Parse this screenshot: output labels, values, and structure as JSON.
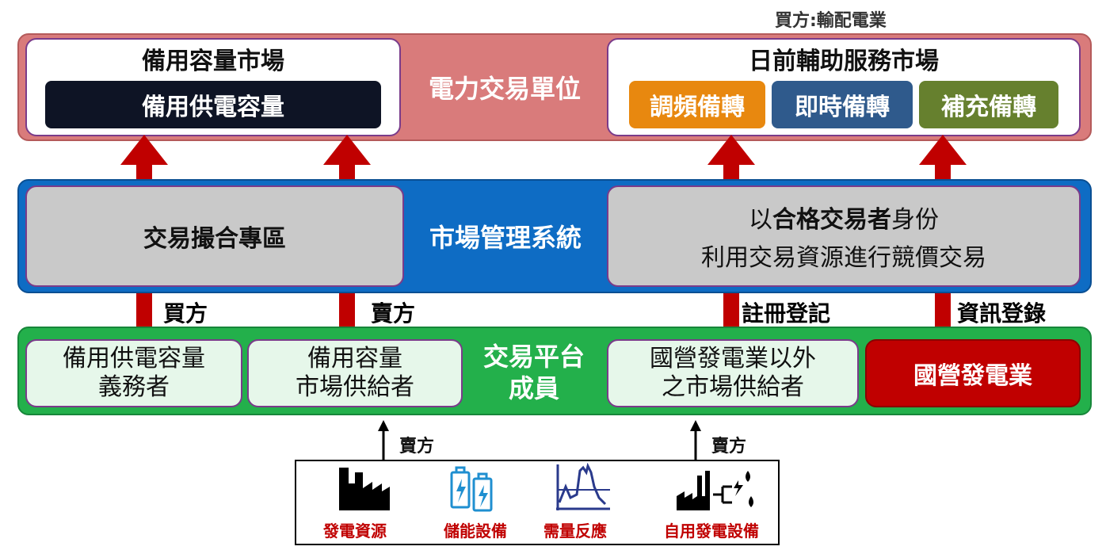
{
  "top": {
    "buyer_note": "買方:輸配電業",
    "center_label": "電力交易單位",
    "left_box_title": "備用容量市場",
    "left_box_sub": "備用供電容量",
    "right_box_title": "日前輔助服務市場",
    "services": [
      {
        "label": "調頻備轉",
        "color": "#e8880f"
      },
      {
        "label": "即時備轉",
        "color": "#2f5a8c"
      },
      {
        "label": "補充備轉",
        "color": "#66802e"
      }
    ]
  },
  "middle": {
    "center_label": "市場管理系統",
    "left_box": "交易撮合專區",
    "right_line1_pre": "以",
    "right_line1_bold": "合格交易者",
    "right_line1_post": "身份",
    "right_line2": "利用交易資源進行競價交易"
  },
  "arrow_labels": {
    "buy": "買方",
    "sell": "賣方",
    "register": "註冊登記",
    "info": "資訊登錄",
    "sell_small": "賣方"
  },
  "bottom": {
    "center_label_1": "交易平台",
    "center_label_2": "成員",
    "box1_l1": "備用供電容量",
    "box1_l2": "義務者",
    "box2_l1": "備用容量",
    "box2_l2": "市場供給者",
    "box3_l1": "國營發電業以外",
    "box3_l2": "之市場供給者",
    "box4": "國營發電業"
  },
  "resources": [
    {
      "label": "發電資源",
      "icon": "factory-icon"
    },
    {
      "label": "儲能設備",
      "icon": "battery-icon"
    },
    {
      "label": "需量反應",
      "icon": "demand-curve-icon"
    },
    {
      "label": "自用發電設備",
      "icon": "self-generation-icon"
    }
  ],
  "colors": {
    "top_band": "#d97b7b",
    "middle_band": "#0e6cc4",
    "bottom_band": "#23b04b",
    "arrow_red": "#c00000",
    "dark_box": "#0e1425",
    "state_owned": "#c00000"
  }
}
